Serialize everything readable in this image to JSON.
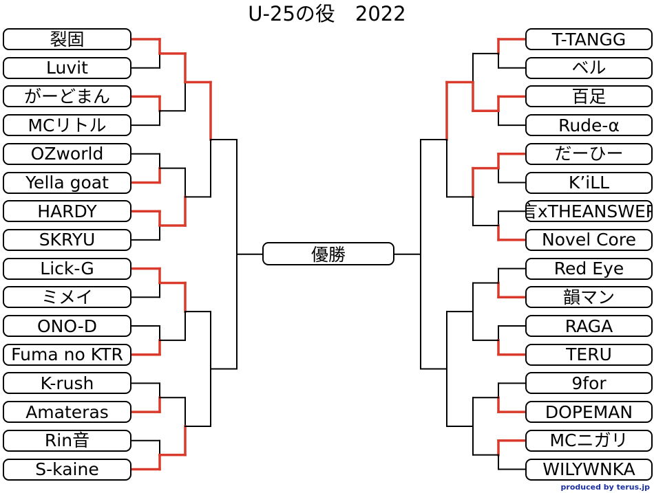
{
  "title": "U-25の役　2022",
  "final_label": "優勝",
  "credit": "produced by terus.jp",
  "colors": {
    "winner_line": "#d93a2b",
    "line": "#000000"
  },
  "left_entrants": [
    "裂固",
    "Luvit",
    "がーどまん",
    "MCリトル",
    "OZworld",
    "Yella goat",
    "HARDY",
    "SKRYU",
    "Lick-G",
    "ミメイ",
    "ONO-D",
    "Fuma no KTR",
    "K-rush",
    "Amateras",
    "Rin音",
    "S-kaine"
  ],
  "right_entrants": [
    "T-TANGG",
    "ベル",
    "百足",
    "Rude-α",
    "だーひー",
    "K’iLL",
    "言xTHEANSWER",
    "Novel Core",
    "Red Eye",
    "韻マン",
    "RAGA",
    "TERU",
    "9for",
    "DOPEMAN",
    "MCニガリ",
    "WILYWNKA"
  ],
  "left_results": {
    "round1_winners": [
      0,
      2,
      5,
      6,
      8,
      11,
      13,
      15
    ],
    "round2_winners": [
      0,
      6,
      8,
      15
    ],
    "round3_winners": [
      0,
      null
    ]
  },
  "right_results": {
    "round1_winners": [
      0,
      2,
      4,
      7,
      9,
      11,
      13,
      14
    ],
    "round2_winners": [
      2,
      4,
      null,
      null
    ],
    "round3_winners": [
      2,
      null
    ]
  }
}
